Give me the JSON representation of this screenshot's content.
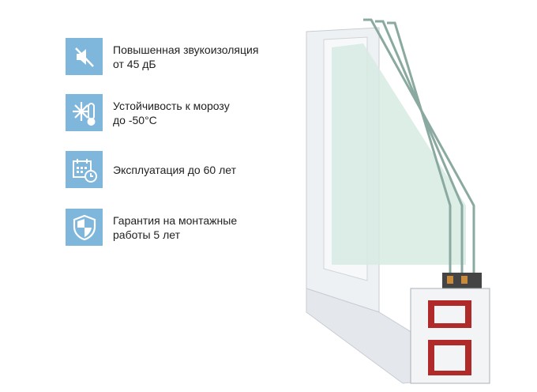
{
  "features": [
    {
      "icon": "sound-muted-icon",
      "line1": "Повышенная звукоизоляция",
      "line2": "от 45 дБ"
    },
    {
      "icon": "frost-thermometer-icon",
      "line1": "Устойчивость к морозу",
      "line2": "до -50°C"
    },
    {
      "icon": "calendar-clock-icon",
      "line1": "Эксплуатация до 60 лет",
      "line2": null
    },
    {
      "icon": "shield-icon",
      "line1": "Гарантия на монтажные",
      "line2": "работы 5 лет"
    }
  ],
  "colors": {
    "icon_bg": "#7fb6dc",
    "frame": "#f2f4f6",
    "glass": "#cfe6dc",
    "reinforcement": "#b02a2a"
  }
}
